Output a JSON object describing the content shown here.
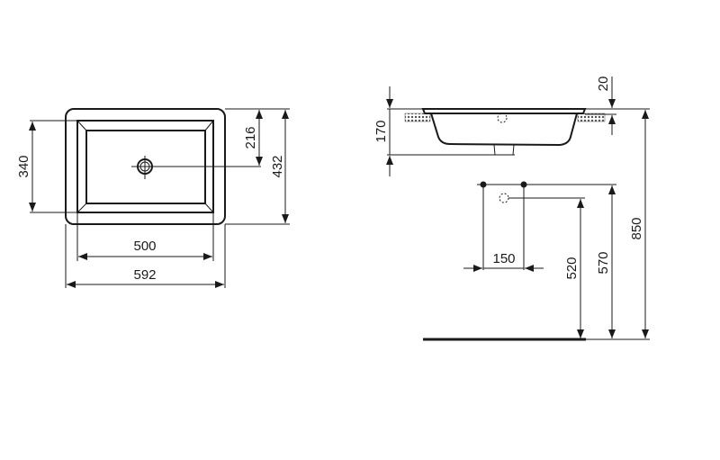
{
  "top_view": {
    "dimensions": {
      "inner_depth": "340",
      "drain_offset": "216",
      "outer_depth": "432",
      "inner_width": "500",
      "outer_width": "592"
    }
  },
  "side_view": {
    "dimensions": {
      "basin_height": "170",
      "rim_thickness": "20",
      "total_height": "850",
      "tap_spacing": "150",
      "waste_height": "520",
      "supply_height": "570"
    }
  }
}
